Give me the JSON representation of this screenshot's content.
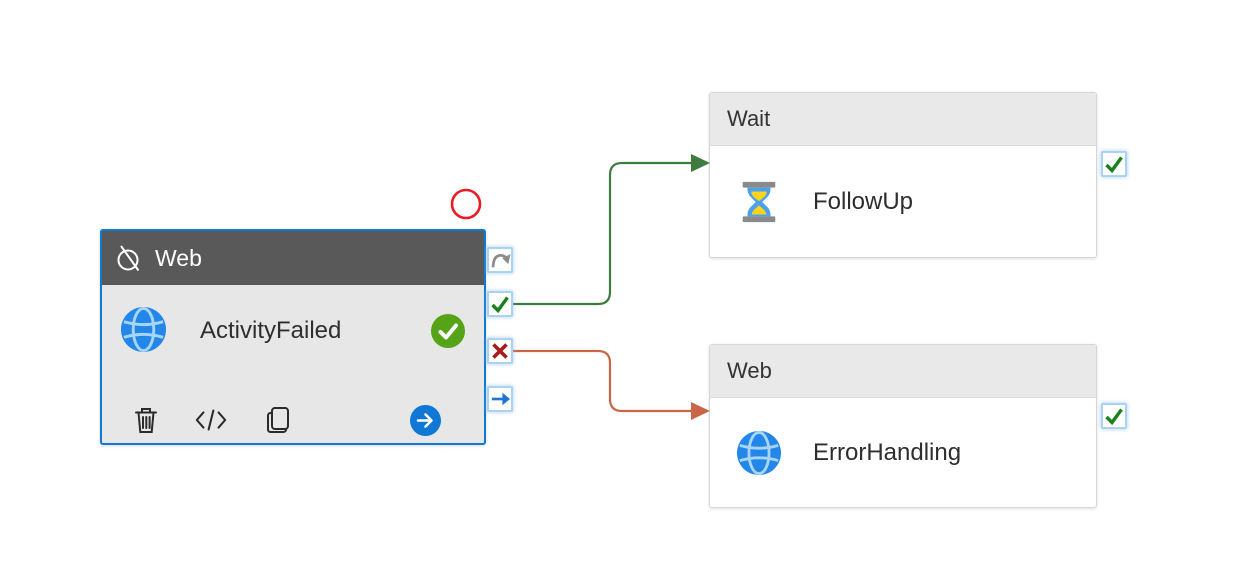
{
  "canvas": {
    "background": "#ffffff"
  },
  "colors": {
    "selection_blue": "#0f7ad6",
    "header_gray": "#595959",
    "selected_body_gray": "#e7e7e7",
    "node_header_gray": "#e9e9e9",
    "port_border_blue": "#abd2ef",
    "check_green": "#17821b",
    "cross_red": "#a91a1a",
    "arrow_blue": "#2176d2",
    "skip_gray": "#8c8c8c",
    "badge_green": "#55a316",
    "globe_blue": "#2287e8",
    "globe_line_blue": "#a8d4f6",
    "icon_dark": "#2b2b2b",
    "action_button_blue": "#0f78d7",
    "annotation_red": "#ec1c24",
    "hourglass_gray": "#8a8a8a",
    "hourglass_blue": "#4aa3ea",
    "hourglass_yellow": "#ffd21e"
  },
  "main_node": {
    "type_label": "Web",
    "name": "ActivityFailed",
    "header_icon": "deactivated-circle-slash",
    "status": "succeeded",
    "toolbar_icons": [
      "delete",
      "code",
      "clone"
    ],
    "action_button_icon": "arrow-right"
  },
  "ports": [
    {
      "id": "skipped",
      "icon": "skip-curved-arrow"
    },
    {
      "id": "success",
      "icon": "green-check"
    },
    {
      "id": "failure",
      "icon": "red-cross"
    },
    {
      "id": "completion",
      "icon": "blue-arrow-right"
    }
  ],
  "target_nodes": [
    {
      "type_label": "Wait",
      "name": "FollowUp",
      "icon": "hourglass",
      "checkbox_icon": "green-check"
    },
    {
      "type_label": "Web",
      "name": "ErrorHandling",
      "icon": "globe",
      "checkbox_icon": "green-check"
    }
  ],
  "connections": [
    {
      "from_port": "success",
      "to_node": "FollowUp",
      "color": "#3e7b3e"
    },
    {
      "from_port": "failure",
      "to_node": "ErrorHandling",
      "color": "#ca6648"
    }
  ],
  "annotation": {
    "type": "red-circle"
  }
}
